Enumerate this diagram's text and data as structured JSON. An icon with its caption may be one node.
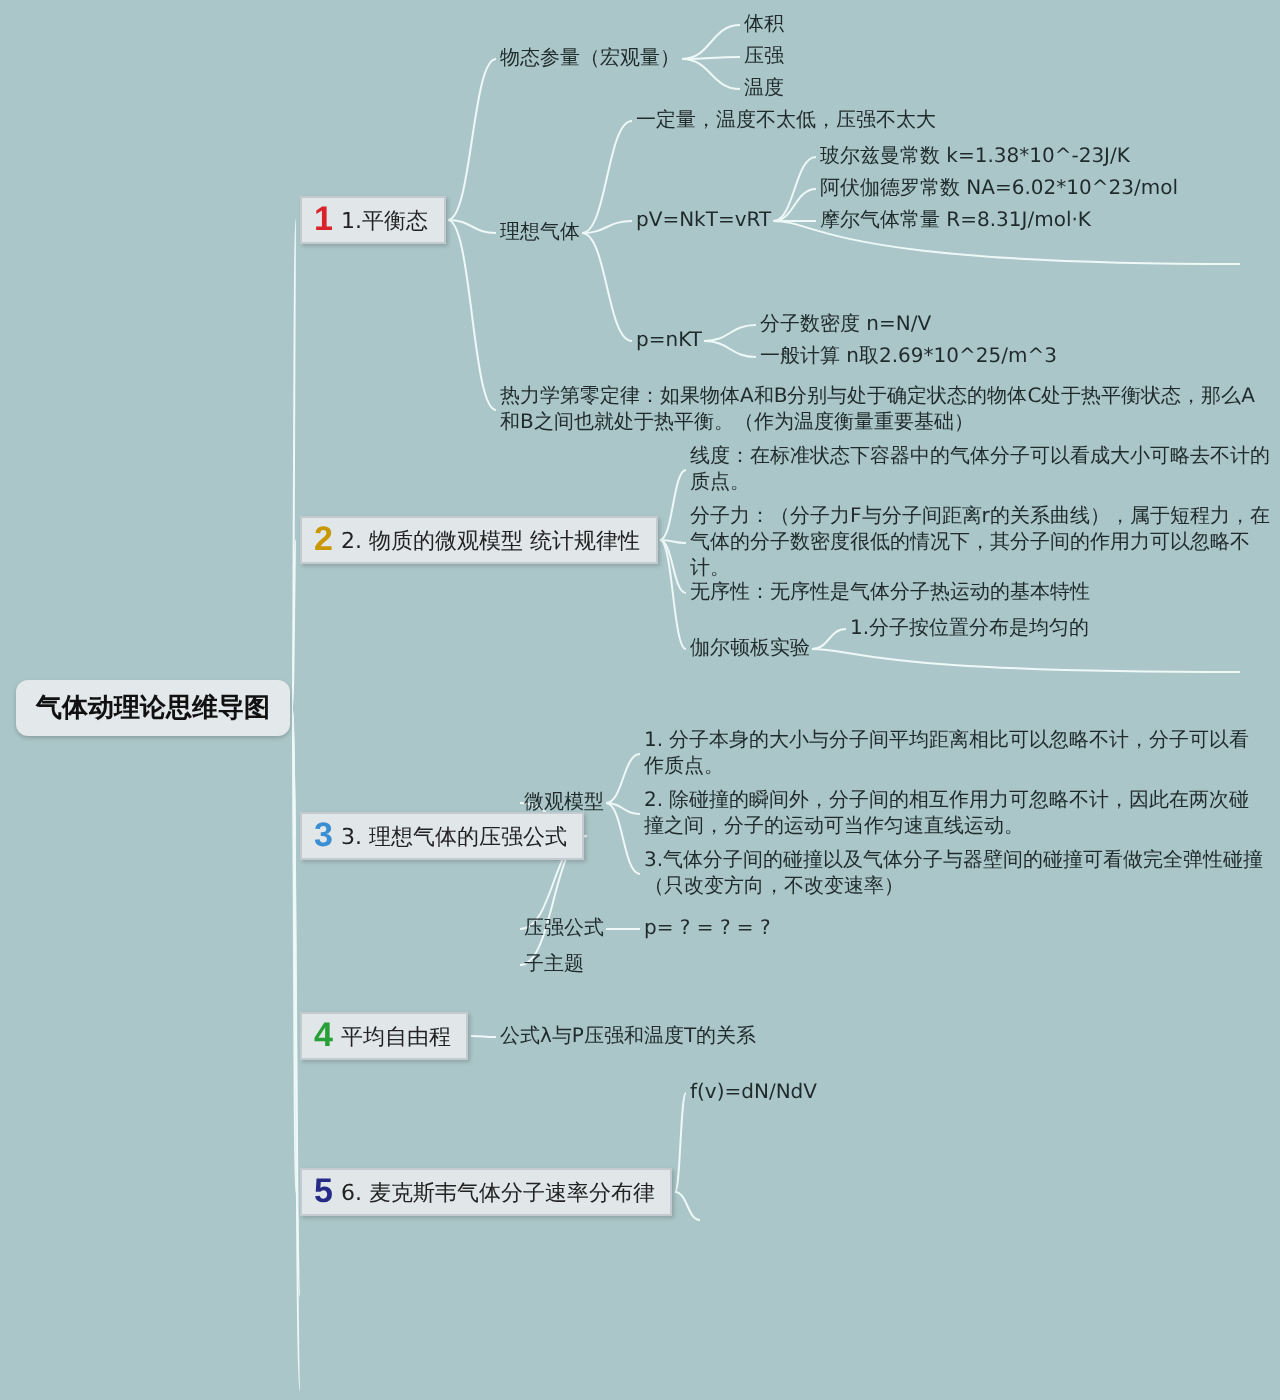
{
  "diagram": {
    "nodes": [
      {
        "text": [
          "气体动理论思维导图"
        ]
      },
      {
        "text": [
          "1",
          "1.平衡态"
        ]
      },
      {
        "text": [
          "物态参量（宏观量）"
        ]
      },
      {
        "text": [
          "体积"
        ]
      },
      {
        "text": [
          "压强"
        ]
      },
      {
        "text": [
          "温度"
        ]
      },
      {
        "text": [
          "理想气体"
        ]
      },
      {
        "text": [
          "一定量，温度不太低，压强不太大"
        ]
      },
      {
        "text": [
          "pV=NkT=vRT"
        ]
      },
      {
        "text": [
          "玻尔兹曼常数 k=1.38*10^-23J/K"
        ]
      },
      {
        "text": [
          "阿伏伽德罗常数 NA=6.02*10^23/mol"
        ]
      },
      {
        "text": [
          "摩尔气体常量 R=8.31J/mol·K"
        ]
      },
      {
        "text": [
          "p=nKT"
        ]
      },
      {
        "text": [
          "分子数密度 n=N/V"
        ]
      },
      {
        "text": [
          "一般计算 n取2.69*10^25/m^3"
        ]
      },
      {
        "text": [
          "热力学第零定律：如果物体A和B分别与处于确定状态的物体C处于热平衡状态，那么A和B之间也就处于热平衡。（作为温度衡量重要基础）"
        ]
      },
      {
        "text": [
          "2",
          "2. 物质的微观模型 统计规律性"
        ]
      },
      {
        "text": [
          "线度：在标准状态下容器中的气体分子可以看成大小可略去不计的质点。"
        ]
      },
      {
        "text": [
          "分子力：（分子力F与分子间距离r的关系曲线），属于短程力，在气体的分子数密度很低的情况下，其分子间的作用力可以忽略不计。"
        ]
      },
      {
        "text": [
          "无序性：无序性是气体分子热运动的基本特性"
        ]
      },
      {
        "text": [
          "伽尔顿板实验"
        ]
      },
      {
        "text": [
          "1.分子按位置分布是均匀的"
        ]
      },
      {
        "text": [
          "3",
          "3. 理想气体的压强公式"
        ]
      },
      {
        "text": [
          "微观模型"
        ]
      },
      {
        "text": [
          "1. 分子本身的大小与分子间平均距离相比可以忽略不计，分子可以看作质点。"
        ]
      },
      {
        "text": [
          "2. 除碰撞的瞬间外，分子间的相互作用力可忽略不计，因此在两次碰撞之间，分子的运动可当作匀速直线运动。"
        ]
      },
      {
        "text": [
          "3.气体分子间的碰撞以及气体分子与器壁间的碰撞可看做完全弹性碰撞（只改变方向，不改变速率）"
        ]
      },
      {
        "text": [
          "压强公式"
        ]
      },
      {
        "text": [
          "子主题"
        ]
      },
      {
        "text": [
          "p= ? = ? = ?"
        ]
      },
      {
        "text": [
          "4",
          "平均自由程"
        ]
      },
      {
        "text": [
          "公式λ与P压强和温度T的关系"
        ]
      },
      {
        "text": [
          "5",
          "6. 麦克斯韦气体分子速率分布律"
        ]
      },
      {
        "text": [
          "f(v)=dN/NdV"
        ]
      }
    ],
    "edges": [
      {
        "from": 0,
        "to": 1,
        "arrow": "none"
      },
      {
        "from": 0,
        "to": 16,
        "arrow": "none"
      },
      {
        "from": 0,
        "to": 22,
        "arrow": "none"
      },
      {
        "from": 0,
        "to": 30,
        "arrow": "none"
      },
      {
        "from": 0,
        "to": 32,
        "arrow": "none"
      },
      {
        "from": 0,
        "to": null,
        "arrow": "none"
      },
      {
        "from": 0,
        "to": null,
        "arrow": "none"
      },
      {
        "from": 1,
        "to": 2,
        "arrow": "none"
      },
      {
        "from": 1,
        "to": 6,
        "arrow": "none"
      },
      {
        "from": 1,
        "to": 15,
        "arrow": "none"
      },
      {
        "from": 2,
        "to": 3,
        "arrow": "none"
      },
      {
        "from": 2,
        "to": 4,
        "arrow": "none"
      },
      {
        "from": 2,
        "to": 5,
        "arrow": "none"
      },
      {
        "from": 6,
        "to": 7,
        "arrow": "none"
      },
      {
        "from": 6,
        "to": 8,
        "arrow": "none"
      },
      {
        "from": 6,
        "to": 12,
        "arrow": "none"
      },
      {
        "from": 8,
        "to": 9,
        "arrow": "none"
      },
      {
        "from": 8,
        "to": 10,
        "arrow": "none"
      },
      {
        "from": 8,
        "to": 11,
        "arrow": "none"
      },
      {
        "from": 8,
        "to": null,
        "arrow": "none"
      },
      {
        "from": 12,
        "to": 13,
        "arrow": "none"
      },
      {
        "from": 12,
        "to": 14,
        "arrow": "none"
      },
      {
        "from": 16,
        "to": 17,
        "arrow": "none"
      },
      {
        "from": 16,
        "to": 18,
        "arrow": "none"
      },
      {
        "from": 16,
        "to": 19,
        "arrow": "none"
      },
      {
        "from": 16,
        "to": 20,
        "arrow": "none"
      },
      {
        "from": 20,
        "to": 21,
        "arrow": "none"
      },
      {
        "from": 20,
        "to": null,
        "arrow": "none"
      },
      {
        "from": 22,
        "to": 23,
        "arrow": "none"
      },
      {
        "from": 22,
        "to": 27,
        "arrow": "none"
      },
      {
        "from": 22,
        "to": 28,
        "arrow": "none"
      },
      {
        "from": 23,
        "to": 24,
        "arrow": "none"
      },
      {
        "from": 23,
        "to": 25,
        "arrow": "none"
      },
      {
        "from": 23,
        "to": 26,
        "arrow": "none"
      },
      {
        "from": 27,
        "to": 29,
        "arrow": "none"
      },
      {
        "from": 30,
        "to": 31,
        "arrow": "none"
      },
      {
        "from": 32,
        "to": 33,
        "arrow": "none"
      },
      {
        "from": 32,
        "to": null,
        "arrow": "none"
      }
    ]
  }
}
